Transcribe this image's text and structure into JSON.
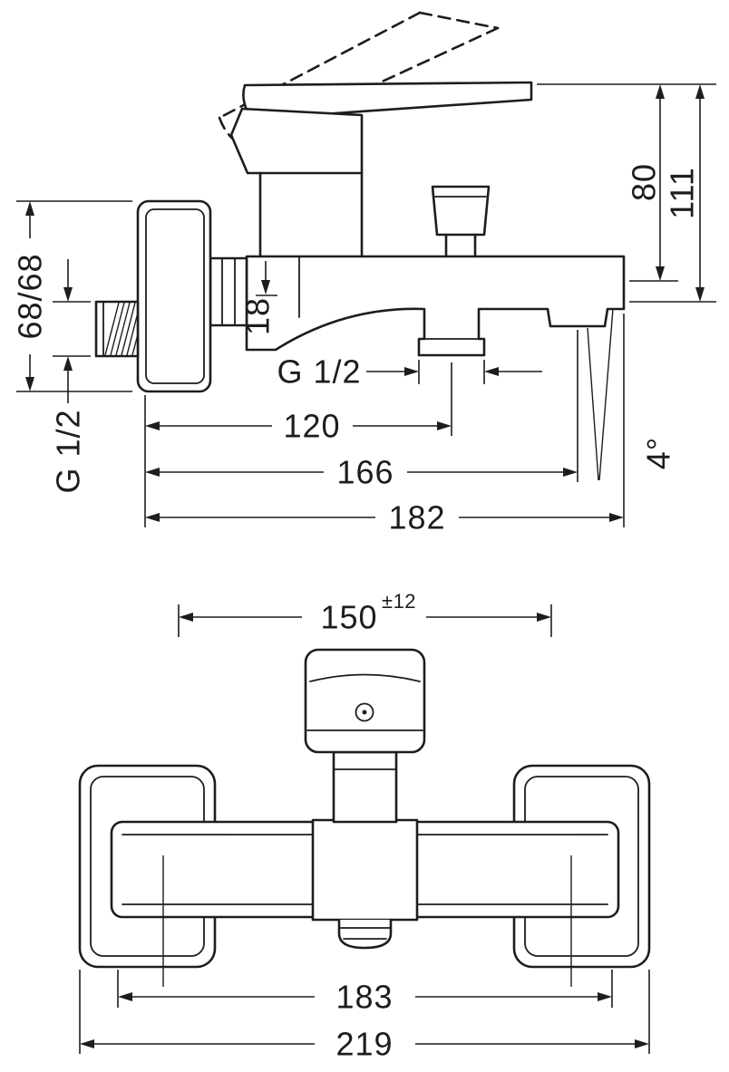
{
  "colors": {
    "line": "#1d1d1b",
    "background": "#ffffff"
  },
  "side_view": {
    "height_overall": "111",
    "height_to_spout": "80",
    "plate_center": "68/68",
    "wall_thread": "G 1/2",
    "spout_section": "18",
    "outlet_thread": "G 1/2",
    "depth_outlet_center": "120",
    "depth_aerator": "166",
    "depth_overall": "182",
    "spout_angle": "4°"
  },
  "front_view": {
    "connection_spacing": "150",
    "connection_tolerance": "±12",
    "width_body": "183",
    "width_overall": "219"
  }
}
